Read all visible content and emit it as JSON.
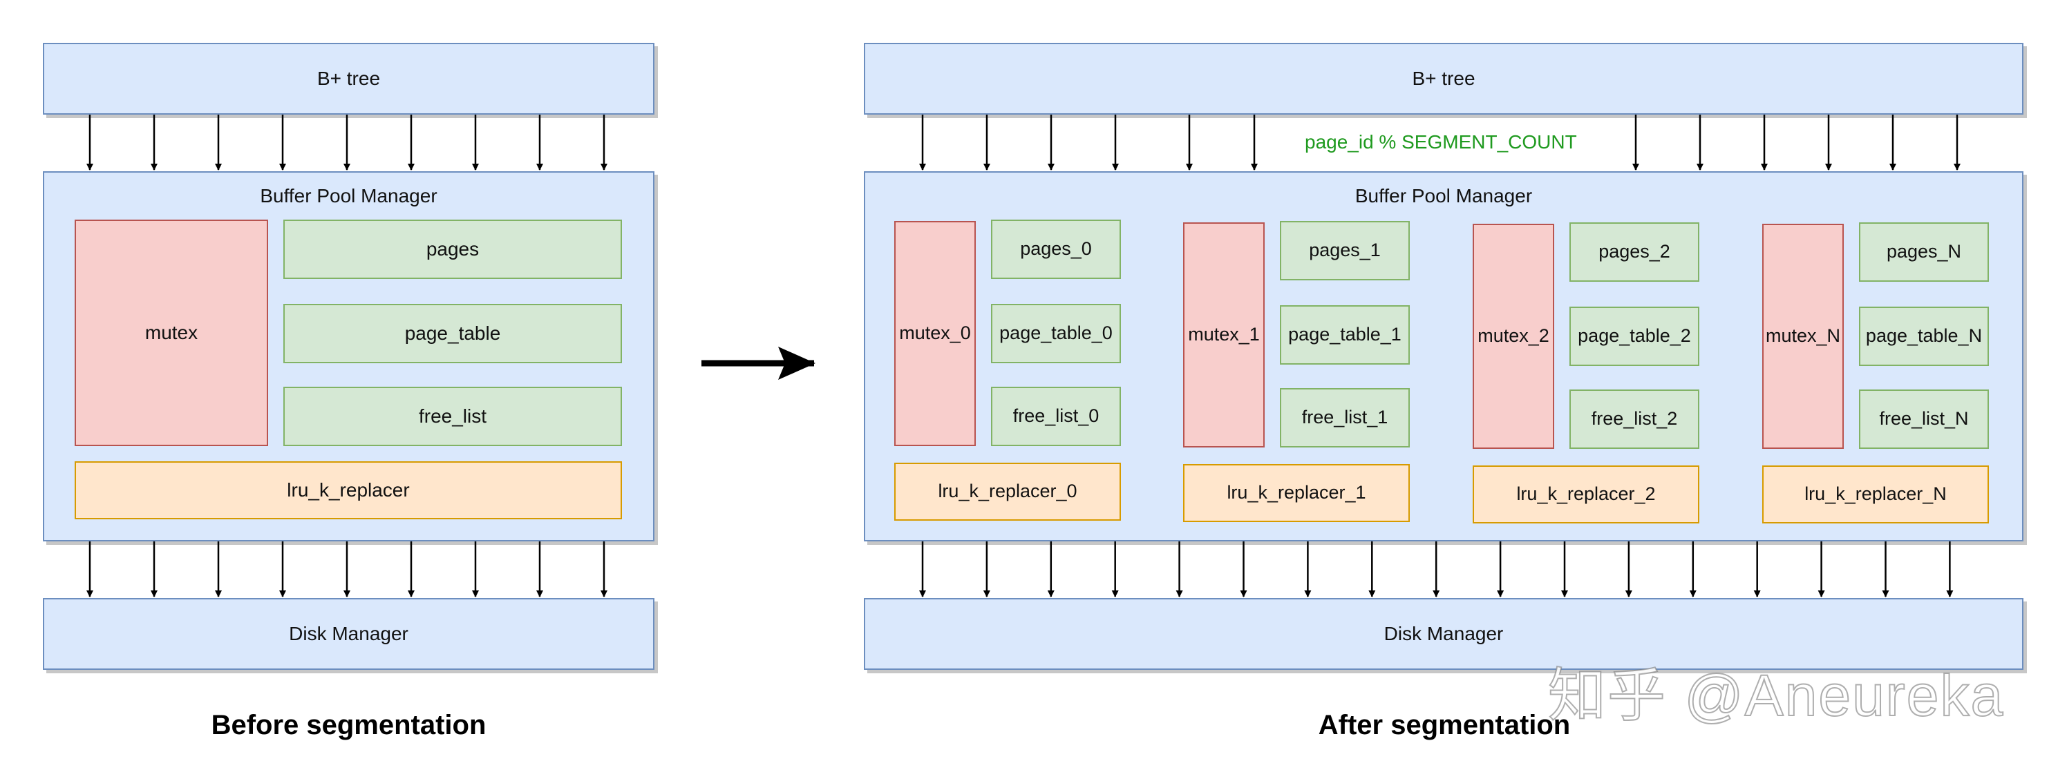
{
  "before": {
    "btree_label": "B+ tree",
    "manager_label": "Buffer Pool Manager",
    "mutex_label": "mutex",
    "pages_label": "pages",
    "page_table_label": "page_table",
    "free_list_label": "free_list",
    "replacer_label": "lru_k_replacer",
    "disk_label": "Disk Manager",
    "caption": "Before segmentation"
  },
  "after": {
    "btree_label": "B+ tree",
    "routing_label": "page_id % SEGMENT_COUNT",
    "manager_label": "Buffer Pool Manager",
    "disk_label": "Disk Manager",
    "caption": "After segmentation",
    "segments": [
      {
        "mutex": "mutex_0",
        "pages": "pages_0",
        "page_table": "page_table_0",
        "free_list": "free_list_0",
        "replacer": "lru_k_replacer_0"
      },
      {
        "mutex": "mutex_1",
        "pages": "pages_1",
        "page_table": "page_table_1",
        "free_list": "free_list_1",
        "replacer": "lru_k_replacer_1"
      },
      {
        "mutex": "mutex_2",
        "pages": "pages_2",
        "page_table": "page_table_2",
        "free_list": "free_list_2",
        "replacer": "lru_k_replacer_2"
      },
      {
        "mutex": "mutex_N",
        "pages": "pages_N",
        "page_table": "page_table_N",
        "free_list": "free_list_N",
        "replacer": "lru_k_replacer_N"
      }
    ]
  },
  "watermark": "知乎 @Aneureka",
  "colors": {
    "blue_fill": "#dae8fc",
    "blue_stroke": "#6c8ebf",
    "red_fill": "#f8cecc",
    "red_stroke": "#b85450",
    "green_fill": "#d5e8d4",
    "green_stroke": "#82b366",
    "orange_fill": "#ffe6cc",
    "orange_stroke": "#d79b00",
    "routing_text": "#1f9a1f"
  }
}
